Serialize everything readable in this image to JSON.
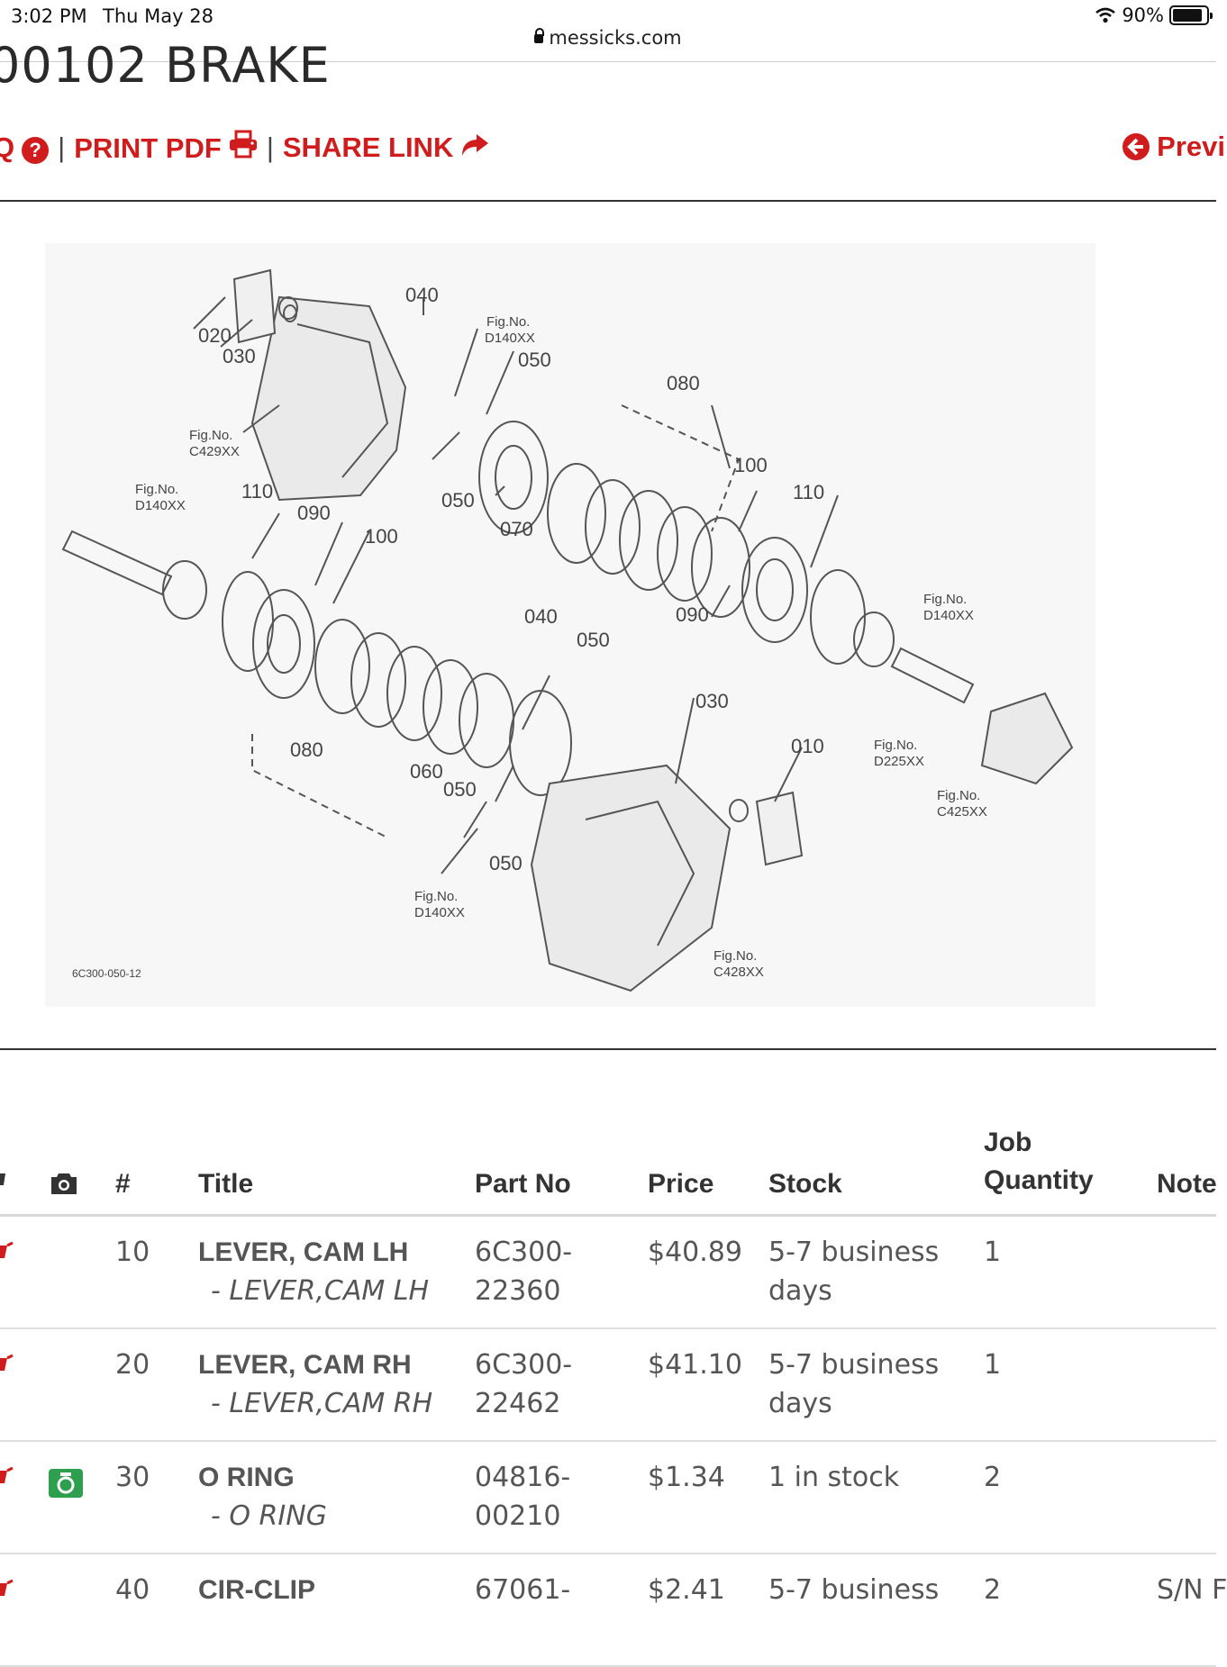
{
  "status_bar": {
    "time": "3:02 PM",
    "date": "Thu May 28",
    "battery": "90%",
    "battery_level": 0.9
  },
  "browser": {
    "url": "messicks.com"
  },
  "page": {
    "title": "00102 BRAKE",
    "actions": {
      "faq_label": "Q",
      "print_label": "PRINT PDF",
      "share_label": "SHARE LINK",
      "separator": "|",
      "prev_label": "Previ"
    }
  },
  "diagram": {
    "callouts": [
      "010",
      "020",
      "030",
      "030",
      "040",
      "040",
      "050",
      "050",
      "050",
      "050",
      "050",
      "060",
      "070",
      "080",
      "080",
      "090",
      "090",
      "100",
      "100",
      "110",
      "110"
    ],
    "fig_refs": [
      "Fig.No.",
      "D140XX",
      "C429XX",
      "D225XX",
      "C425XX",
      "C428XX"
    ],
    "drawing_id": "6C300-050-12"
  },
  "table": {
    "headers": {
      "cart": "",
      "photo": "",
      "num": "#",
      "title": "Title",
      "part_no": "Part No",
      "price": "Price",
      "stock": "Stock",
      "job_qty_line1": "Job",
      "job_qty_line2": "Quantity",
      "notes": "Note"
    },
    "rows": [
      {
        "num": "10",
        "title": "LEVER, CAM LH",
        "subtitle": "- LEVER,CAM LH",
        "part_no_1": "6C300-",
        "part_no_2": "22360",
        "price": "$40.89",
        "stock_1": "5-7 business",
        "stock_2": "days",
        "qty": "1",
        "note": "",
        "has_photo": false
      },
      {
        "num": "20",
        "title": "LEVER, CAM RH",
        "subtitle": "- LEVER,CAM RH",
        "part_no_1": "6C300-",
        "part_no_2": "22462",
        "price": "$41.10",
        "stock_1": "5-7 business",
        "stock_2": "days",
        "qty": "1",
        "note": "",
        "has_photo": false
      },
      {
        "num": "30",
        "title": "O RING",
        "subtitle": "- O RING",
        "part_no_1": "04816-",
        "part_no_2": "00210",
        "price": "$1.34",
        "stock_1": "1 in stock",
        "stock_2": "",
        "qty": "2",
        "note": "",
        "has_photo": true
      },
      {
        "num": "40",
        "title": "CIR-CLIP",
        "subtitle": "",
        "part_no_1": "67061-",
        "part_no_2": "",
        "price": "$2.41",
        "stock_1": "5-7 business",
        "stock_2": "",
        "qty": "2",
        "note": "S/N F",
        "has_photo": false
      }
    ]
  },
  "colors": {
    "accent": "#d01c1c",
    "photo_icon": "#2e9e4f"
  }
}
